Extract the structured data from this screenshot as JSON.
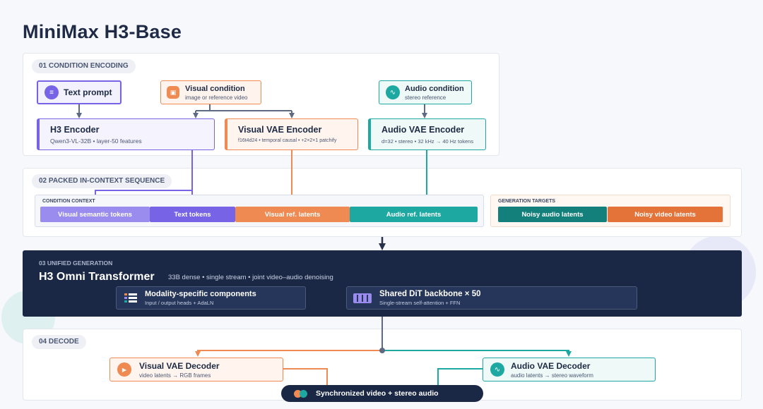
{
  "title": "MiniMax H3-Base",
  "sections": {
    "s1": "01 CONDITION ENCODING",
    "s2": "02 PACKED IN-CONTEXT SEQUENCE",
    "s3": "03 UNIFIED GENERATION",
    "s4": "04 DECODE"
  },
  "inputs": {
    "text": {
      "title": "Text prompt",
      "icon": "text-lines-icon"
    },
    "visual": {
      "title": "Visual condition",
      "sub": "image or reference video",
      "icon": "image-icon"
    },
    "audio": {
      "title": "Audio condition",
      "sub": "stereo reference",
      "icon": "waveform-icon"
    }
  },
  "encoders": {
    "h3": {
      "title": "H3 Encoder",
      "sub": "Qwen3-VL-32B  •  layer-50 features"
    },
    "vae": {
      "title": "Visual VAE Encoder",
      "sub": "f16t4d24  •  temporal causal  •  +2×2×1 patchify"
    },
    "audio": {
      "title": "Audio VAE Encoder",
      "sub": "d=32  •  stereo  •  32 kHz → 40 Hz tokens"
    }
  },
  "condition_context": {
    "label": "CONDITION CONTEXT",
    "tokens": [
      "Visual semantic tokens",
      "Text tokens",
      "Visual ref. latents",
      "Audio ref. latents"
    ]
  },
  "generation_targets": {
    "label": "GENERATION TARGETS",
    "tokens": [
      "Noisy audio latents",
      "Noisy video latents"
    ]
  },
  "transformer": {
    "title": "H3 Omni Transformer",
    "sub": "33B dense  •  single stream  •  joint video–audio denoising",
    "modality": {
      "title": "Modality-specific components",
      "sub": "Input / output heads + AdaLN"
    },
    "backbone": {
      "title": "Shared DiT backbone × 50",
      "sub": "Single-stream self-attention + FFN"
    }
  },
  "decoders": {
    "visual": {
      "title": "Visual VAE Decoder",
      "sub": "video latents → RGB frames"
    },
    "audio": {
      "title": "Audio VAE Decoder",
      "sub": "audio latents → stereo waveform"
    }
  },
  "output": "Synchronized video + stereo audio",
  "colors": {
    "purple": "#7763e6",
    "orange": "#ee8a52",
    "teal": "#1ea8a2",
    "dark": "#1b2845"
  }
}
